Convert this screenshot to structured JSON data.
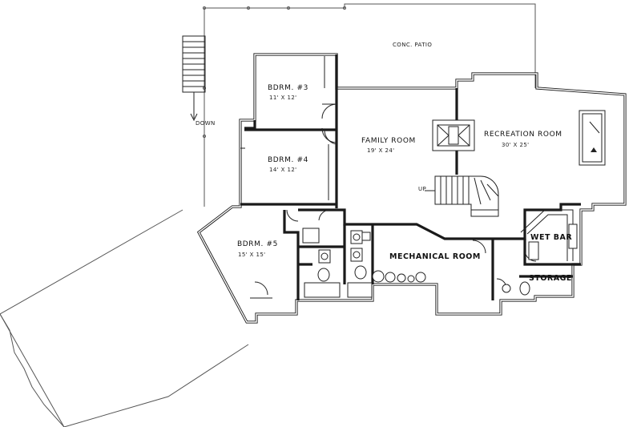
{
  "rooms": {
    "patio": {
      "name": "CONC. PATIO"
    },
    "bedroom3": {
      "name": "BDRM. #3",
      "size": "11' X 12'"
    },
    "bedroom4": {
      "name": "BDRM. #4",
      "size": "14' X 12'"
    },
    "bedroom5": {
      "name": "BDRM. #5",
      "size": "15' X 15'"
    },
    "family": {
      "name": "FAMILY ROOM",
      "size": "19' X 24'"
    },
    "recreation": {
      "name": "RECREATION ROOM",
      "size": "30' X 25'"
    },
    "mechanical": {
      "name": "MECHANICAL ROOM"
    },
    "wetbar": {
      "name": "WET BAR"
    },
    "storage": {
      "name": "STORAGE"
    }
  },
  "stairs": {
    "exterior_label": "DOWN",
    "interior_label": "UP"
  },
  "colors": {
    "wall": "#1a1a1a",
    "background": "#ffffff"
  }
}
